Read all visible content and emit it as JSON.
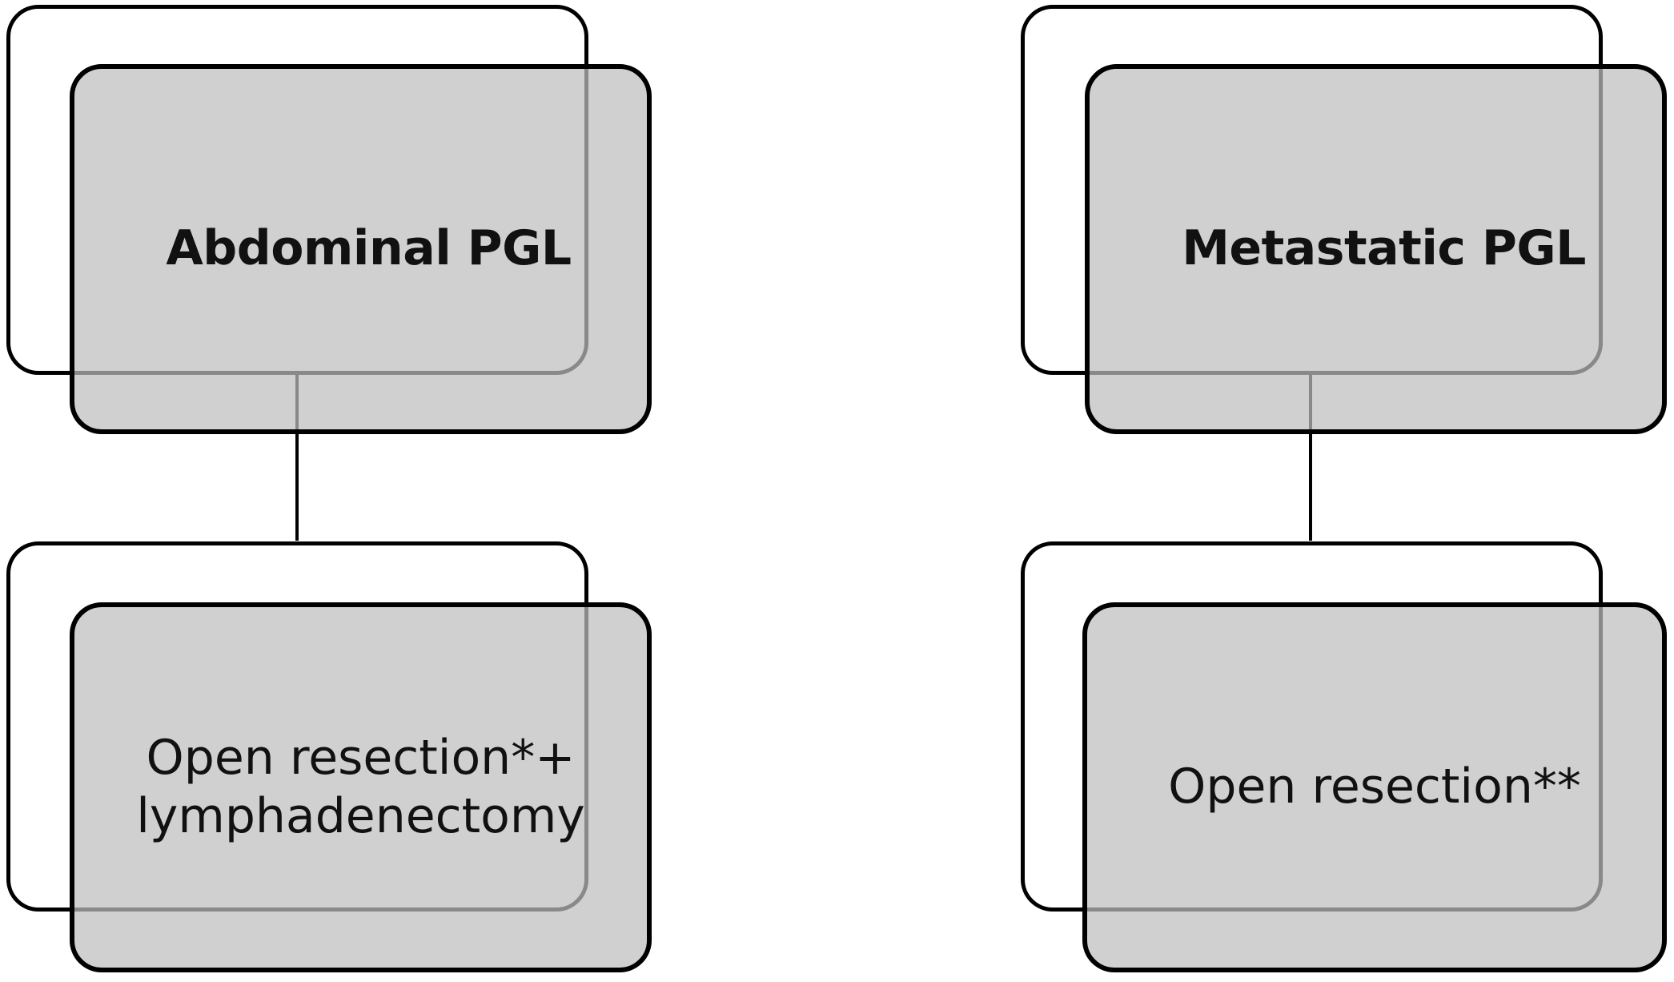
{
  "left_column": {
    "top_node": {
      "label": "Abdominal PGL"
    },
    "bottom_node": {
      "line1": "Open resection*+",
      "line2": "lymphadenectomy"
    }
  },
  "right_column": {
    "top_node": {
      "label": "Metastatic PGL"
    },
    "bottom_node": {
      "label": "Open resection**"
    }
  },
  "colors": {
    "node_fill": "#bebebe",
    "stroke": "#000000",
    "background": "#ffffff"
  }
}
